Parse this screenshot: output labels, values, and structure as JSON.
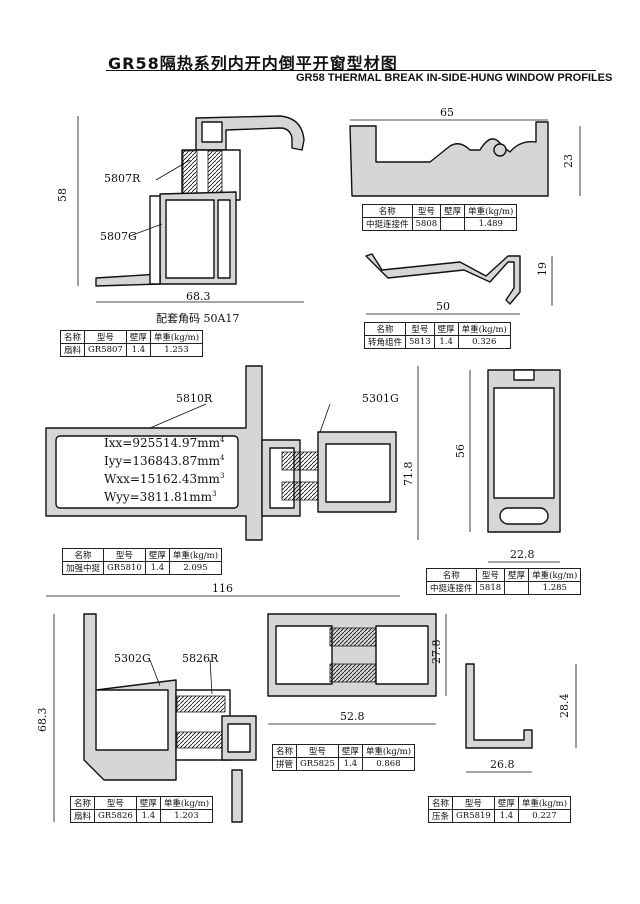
{
  "title_cn": "GR58隔热系列内开内倒平开窗型材图",
  "title_en": "GR58 THERMAL BREAK IN-SIDE-HUNG WINDOW PROFILES",
  "headers": {
    "name": "名称",
    "model": "型号",
    "wall": "壁厚",
    "weight": "单重(kg/m)"
  },
  "part_labels": {
    "p5807R": "5807R",
    "p5807G": "5807G",
    "p5810R": "5810R",
    "p5301G": "5301G",
    "p5302G": "5302G",
    "p5826R": "5826R"
  },
  "corner_code": "配套角码 50A17",
  "dimensions": {
    "d58": "58",
    "d68_3a": "68.3",
    "d65": "65",
    "d23": "23",
    "d19": "19",
    "d50": "50",
    "d56": "56",
    "d22_8": "22.8",
    "d71_8": "71.8",
    "d116": "116",
    "d68_3b": "68.3",
    "d52_8": "52.8",
    "d27_8": "27.8",
    "d28_4": "28.4",
    "d26_8": "26.8"
  },
  "formulas": {
    "ixx": "Ixx=925514.97mm",
    "iyy": "Iyy=136843.87mm",
    "wxx": "Wxx=15162.43mm",
    "wyy": "Wyy=3811.81mm",
    "exp4": "4",
    "exp3": "3"
  },
  "tables": {
    "t5807": {
      "name": "扇料",
      "model": "GR5807",
      "wall": "1.4",
      "weight": "1.253"
    },
    "t5808": {
      "name": "中挺连接件",
      "model": "5808",
      "wall": "",
      "weight": "1.489"
    },
    "t5813": {
      "name": "转角组件",
      "model": "5813",
      "wall": "1.4",
      "weight": "0.326"
    },
    "t5810": {
      "name": "加强中挺",
      "model": "GR5810",
      "wall": "1.4",
      "weight": "2.095"
    },
    "t5818": {
      "name": "中挺连接件",
      "model": "5818",
      "wall": "",
      "weight": "1.285"
    },
    "t5825": {
      "name": "拼管",
      "model": "GR5825",
      "wall": "1.4",
      "weight": "0.868"
    },
    "t5826": {
      "name": "扇料",
      "model": "GR5826",
      "wall": "1.4",
      "weight": "1.203"
    },
    "t5819": {
      "name": "压条",
      "model": "GR5819",
      "wall": "1.4",
      "weight": "0.227"
    }
  }
}
